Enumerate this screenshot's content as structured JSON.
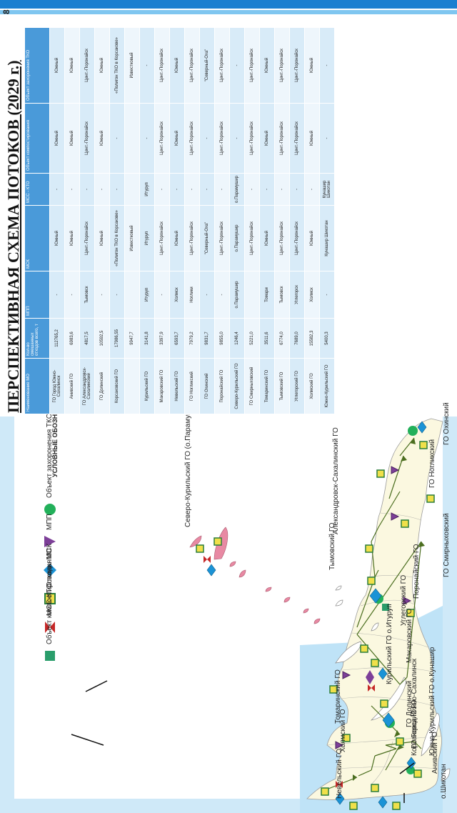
{
  "page_number": "8",
  "title": "ПЕРСПЕКТИВНАЯ СХЕМА ПОТОКОВ (2029 г.)",
  "colors": {
    "sea": "#bfe3f7",
    "land": "#fbf8e0",
    "flow_arrow": "#4b6e1f",
    "mpp": "#7d3f98",
    "msk": "#1b93d6",
    "tko": "#22b05a",
    "kto": "#c62828"
  },
  "legend": {
    "title": "УСЛОВНЫЕ ОБОЗНАЧЕНИЯ",
    "items": [
      {
        "icon": "tko-landfill-circle",
        "label": "Объект захоронения ТКО"
      },
      {
        "icon": "mpp-triangle",
        "label": "МПП"
      },
      {
        "icon": "msk-diamond",
        "label": "МСК"
      },
      {
        "icon": "mo-waste-square",
        "label": "Отходы МО"
      },
      {
        "icon": "mss-kto-bowtie",
        "label": "МСС-КТО"
      },
      {
        "icon": "composting-square",
        "label": "Объект компостирования"
      }
    ]
  },
  "map_labels": {
    "okha": "ГО Охинский",
    "nogliki": "ГО Ногликский",
    "aleksandrovsk": "Александровск-Сахалинский ГО",
    "tymovsk": "Тымовский ГО",
    "smirnykh": "ГО Смирныховский",
    "poronaisk": "Поронайский ГО",
    "uglegorsk": "Углегорский ГО",
    "makarov": "Макаровский ГО",
    "tomari": "Томаринский ГО",
    "dolinsk": "ГО Долинский",
    "yuzhno": "ГО Город Южно-Сахалинск",
    "korsakov": "Корсаковский ГО",
    "kholmsk": "Холмский ГО",
    "aniva": "Анивский ГО",
    "nevelsk": "Невельский ГО",
    "kurilsk": "Курильский ГО о.Итуруп",
    "yuzhno_kurilsk": "Южно-Курильский ГО о.Кунашир",
    "shikotan": "о.Шикотан",
    "severo_kurilsk": "Северо-Курильский ГО (о.Парамушир)"
  },
  "table": {
    "headers": [
      "Наименование МО",
      "Кол-во смешанных отходов всего, т",
      "МПП",
      "МСК",
      "МСС - КТО",
      "Объект компостирования",
      "Объект захоронения ТКО"
    ],
    "rows": [
      [
        "ГО Город Южно-Сахалинск",
        "112765,2",
        "-",
        "Южный",
        "-",
        "Южный",
        "Южный"
      ],
      [
        "Анивский ГО",
        "6983,6",
        "-",
        "Южный",
        "-",
        "Южный",
        "Южный"
      ],
      [
        "ГО Александровск-Сахалинский",
        "4817,5",
        "Тымовск",
        "Цент.-Поронайск",
        "-",
        "Цент.-Поронайск",
        "Цент.-Поронайск"
      ],
      [
        "ГО Долинский",
        "10592,5",
        "-",
        "Южный",
        "-",
        "Южный",
        "Южный"
      ],
      [
        "Корсаковский ГО",
        "17986,55",
        "-",
        "«Полигон ТКО в Корсакове»",
        "-",
        "-",
        "«Полигон ТКО в Корсакове»"
      ],
      [
        "",
        "9947,7",
        "",
        "Известковый",
        "",
        "",
        "Известковый"
      ],
      [
        "Курильский ГО",
        "3141,8",
        "Итуруп",
        "Итуруп",
        "Итуруп",
        "-",
        "-"
      ],
      [
        "Макаровский ГО",
        "3397,9",
        "-",
        "Цент.-Поронайск",
        "-",
        "Цент.-Поронайск",
        "Цент.-Поронайск"
      ],
      [
        "Невельский ГО",
        "6593,7",
        "Холмск",
        "Южный",
        "-",
        "Южный",
        "Южный"
      ],
      [
        "ГО Ногликский",
        "7979,2",
        "Ноглики",
        "Цент.-Поронайск",
        "-",
        "Цент.-Поронайск",
        "Цент.-Поронайск"
      ],
      [
        "ГО Охинский",
        "9831,7",
        "-",
        "\"Северный-Оха\"",
        "-",
        "-",
        "\"Северный-Оха\""
      ],
      [
        "Поронайский ГО",
        "9855,0",
        "-",
        "Цент.-Поронайск",
        "-",
        "Цент.-Поронайск",
        "Цент.-Поронайск"
      ],
      [
        "Северо-Курильский ГО",
        "1246,4",
        "о.Парамушир",
        "о.Парамушир",
        "о.Парамушир",
        "-",
        "-"
      ],
      [
        "ГО Смирныховский",
        "5221,0",
        "",
        "Цент.-Поронайск",
        "-",
        "Цент.-Поронайск",
        "Цент.-Поронайск"
      ],
      [
        "Томаринский ГО",
        "3511,6",
        "Томари",
        "Южный",
        "-",
        "Южный",
        "Южный"
      ],
      [
        "Тымовский ГО",
        "6774,0",
        "Тымовск",
        "Цент.-Поронайск",
        "-",
        "Цент.-Поронайск",
        "Цент.-Поронайск"
      ],
      [
        "Углегорский ГО",
        "7689,0",
        "Углегорск",
        "Цент.-Поронайск",
        "-",
        "Цент.-Поронайск",
        "Цент.-Поронайск"
      ],
      [
        "Холмский ГО",
        "15582,3",
        "Холмск",
        "Южный",
        "-",
        "Южный",
        "Южный"
      ],
      [
        "Южно-Курильский ГО",
        "5400,3",
        "-",
        "Кунашир Шикотан",
        "Кунашир Шикотан",
        "-",
        "-"
      ]
    ]
  }
}
